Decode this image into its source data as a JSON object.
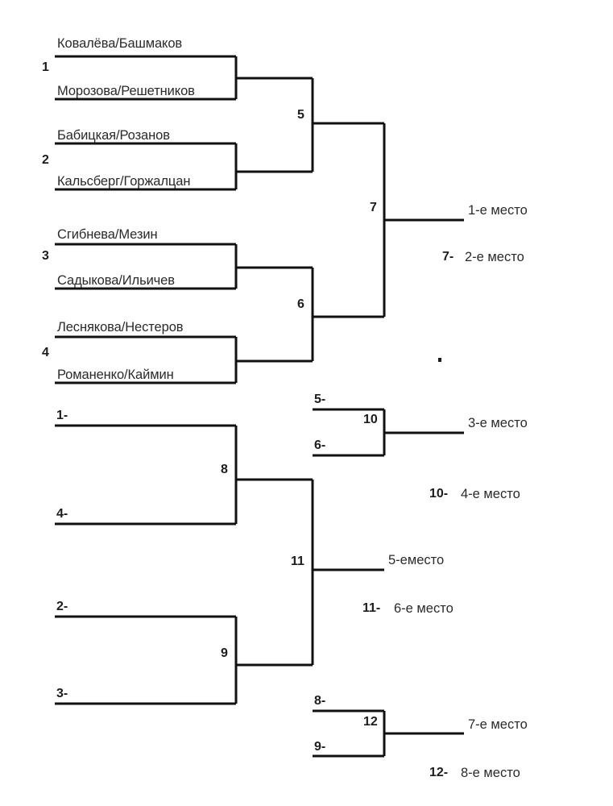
{
  "diagram": {
    "kind": "single-elimination-with-consolation-bracket",
    "line_color": "#111111",
    "text_color": "#2a2a2a"
  },
  "round1": {
    "matches": [
      {
        "number": "1",
        "top": "Ковалёва/Башмаков",
        "bottom": "Морозова/Решетников"
      },
      {
        "number": "2",
        "top": "Бабицкая/Розанов",
        "bottom": "Кальсберг/Горжалцан"
      },
      {
        "number": "3",
        "top": "Сгибнева/Мезин",
        "bottom": "Садыкова/Ильичев"
      },
      {
        "number": "4",
        "top": "Леснякова/Нестеров",
        "bottom": "Романенко/Каймин"
      }
    ]
  },
  "semifinals": {
    "matches": [
      {
        "number": "5"
      },
      {
        "number": "6"
      }
    ]
  },
  "final": {
    "number": "7",
    "winner_place": "1-е место",
    "loser_feeder": "7-",
    "loser_place": "2-е место"
  },
  "third_place": {
    "number": "10",
    "top_feeder": "5-",
    "bottom_feeder": "6-",
    "winner_place": "3-е место",
    "loser_feeder": "10-",
    "loser_place": "4-е место"
  },
  "consolation_round1": {
    "matches": [
      {
        "number": "8",
        "top_feeder": "1-",
        "bottom_feeder": "4-"
      },
      {
        "number": "9",
        "top_feeder": "2-",
        "bottom_feeder": "3-"
      }
    ]
  },
  "fifth_place": {
    "number": "11",
    "winner_place": "5-еместо",
    "loser_feeder": "11-",
    "loser_place": "6-е место"
  },
  "seventh_place": {
    "number": "12",
    "top_feeder": "8-",
    "bottom_feeder": "9-",
    "winner_place": "7-е место",
    "loser_feeder": "12-",
    "loser_place": "8-е место"
  }
}
